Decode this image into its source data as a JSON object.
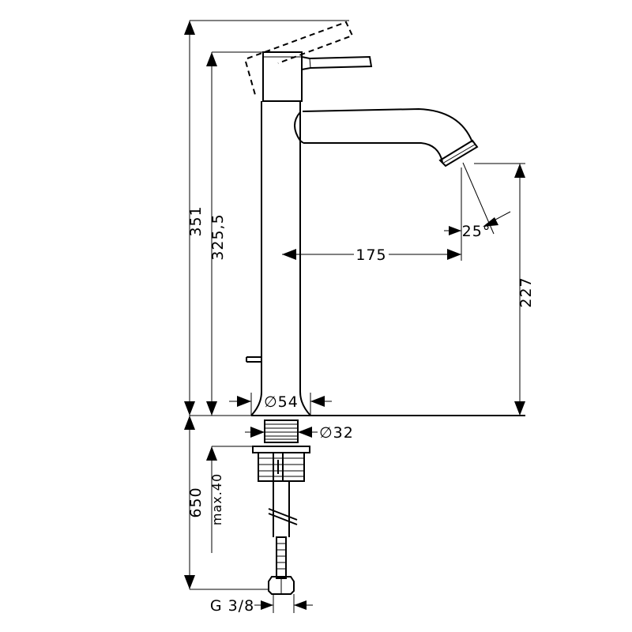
{
  "dimensions": {
    "total_height": "351",
    "lever_height": "325,5",
    "spout_height": "227",
    "spout_reach": "175",
    "spray_angle": "25°",
    "body_diameter": "∅54",
    "thread_diameter": "∅32",
    "below_deck_length": "650",
    "max_deck_thickness": "max.40",
    "connection_thread": "G 3/8"
  }
}
